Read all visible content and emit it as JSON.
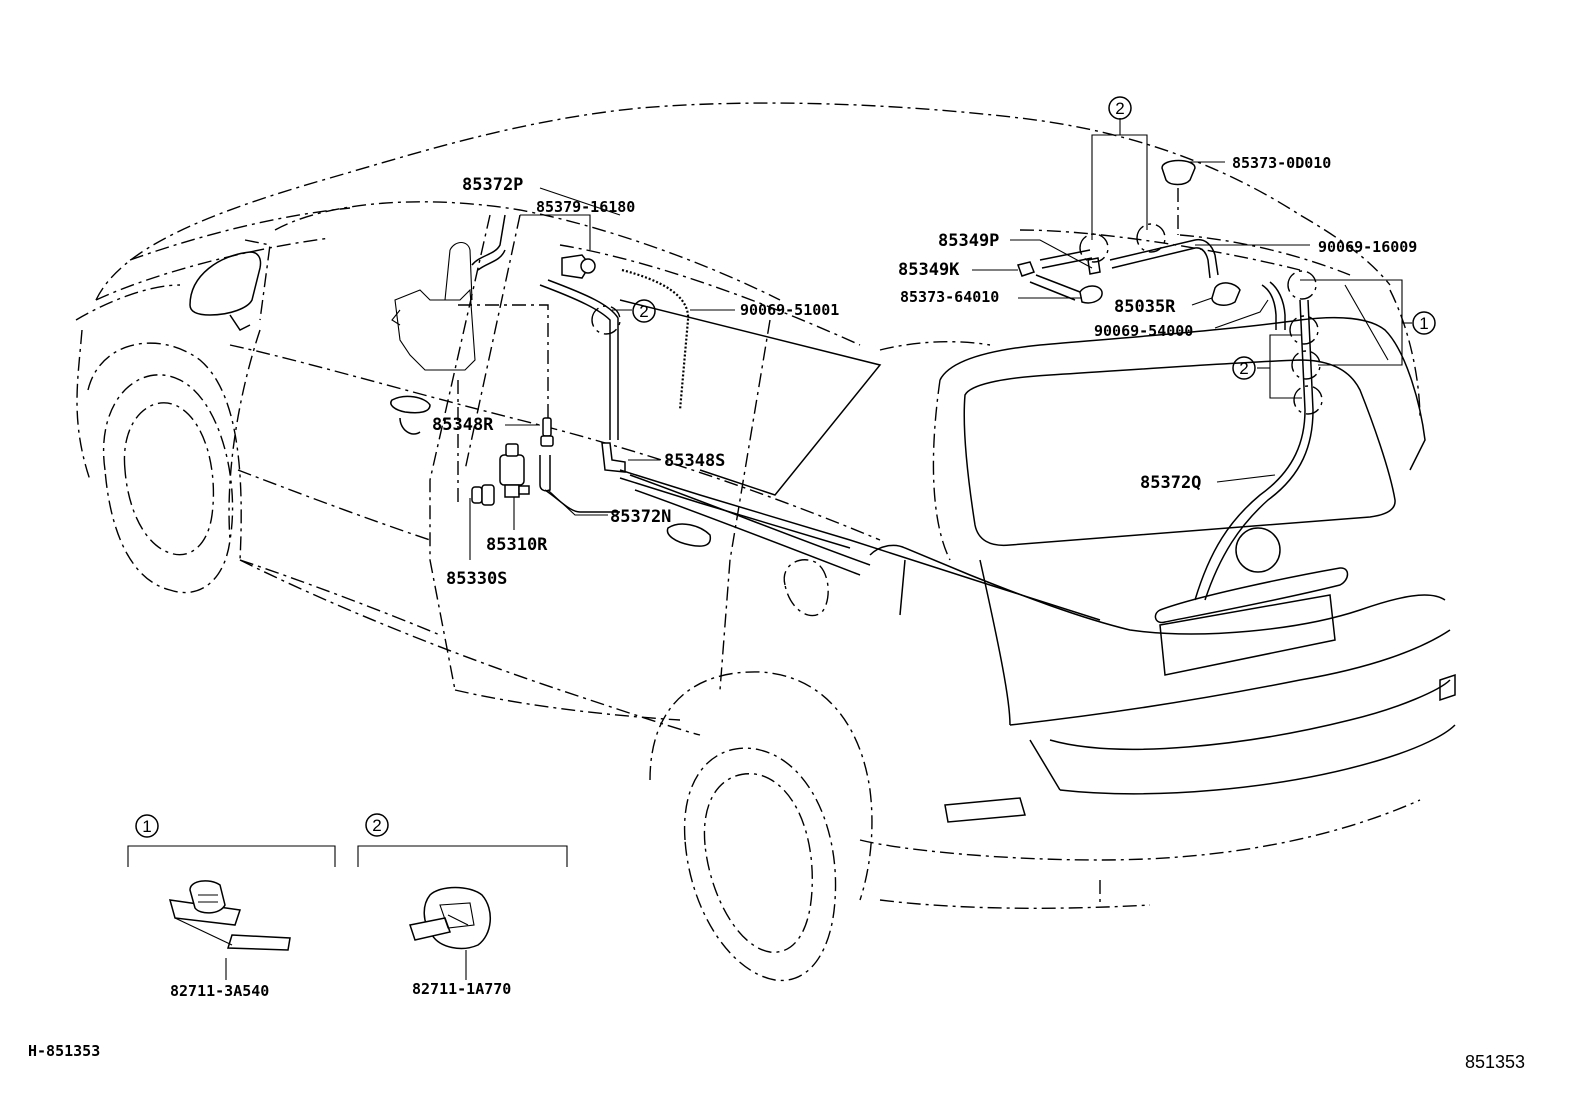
{
  "diagram": {
    "parts": {
      "p85372P": "85372P",
      "p85379_16180": "85379-16180",
      "p90069_51001": "90069-51001",
      "p85348R": "85348R",
      "p85348S": "85348S",
      "p85372N": "85372N",
      "p85310R": "85310R",
      "p85330S": "85330S",
      "p85373_0D010": "85373-0D010",
      "p85349P": "85349P",
      "p90069_16009": "90069-16009",
      "p85349K": "85349K",
      "p85373_64010": "85373-64010",
      "p85035R": "85035R",
      "p90069_54000": "90069-54000",
      "p85372Q": "85372Q"
    },
    "callouts": {
      "one": "1",
      "two": "2"
    },
    "legend": {
      "group1_number": "1",
      "group1_part": "82711-3A540",
      "group2_number": "2",
      "group2_part": "82711-1A770"
    },
    "footer": {
      "ref_left": "H-851353",
      "ref_right": "851353"
    }
  }
}
